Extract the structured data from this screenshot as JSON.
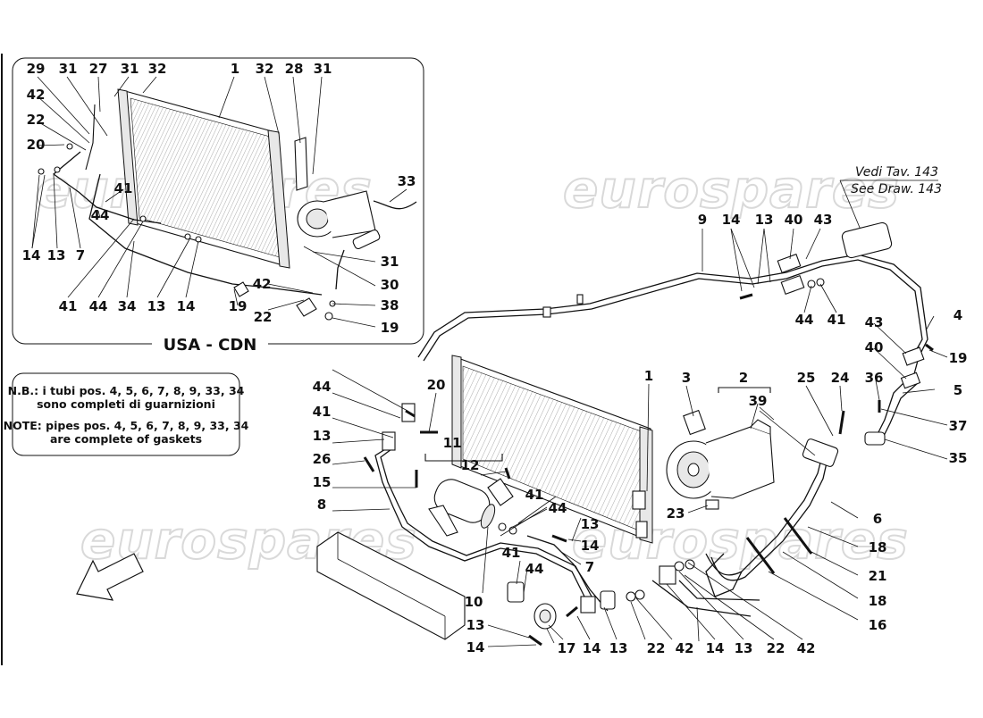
{
  "watermark": {
    "text": "eurospares"
  },
  "inset": {
    "region_label": "USA - CDN",
    "callouts": [
      "29",
      "31",
      "27",
      "31",
      "32",
      "1",
      "32",
      "28",
      "31",
      "42",
      "22",
      "20",
      "33",
      "41",
      "44",
      "31",
      "30",
      "42",
      "38",
      "19",
      "22",
      "19",
      "14",
      "13",
      "7",
      "41",
      "44",
      "34",
      "13",
      "14"
    ]
  },
  "note": {
    "line1": "N.B.: i tubi pos. 4, 5, 6, 7, 8, 9, 33, 34",
    "line2": "sono completi di guarnizioni",
    "line3": "NOTE: pipes pos. 4, 5, 6, 7, 8, 9, 33, 34",
    "line4": "are complete of gaskets"
  },
  "reference": {
    "line1": "Vedi Tav. 143",
    "line2": "See Draw. 143"
  },
  "main": {
    "callouts": [
      "9",
      "14",
      "13",
      "40",
      "43",
      "4",
      "19",
      "44",
      "41",
      "43",
      "40",
      "19",
      "36",
      "5",
      "37",
      "35",
      "24",
      "25",
      "20",
      "1",
      "3",
      "2",
      "39",
      "44",
      "41",
      "13",
      "26",
      "15",
      "11",
      "12",
      "8",
      "41",
      "44",
      "13",
      "14",
      "7",
      "41",
      "44",
      "10",
      "13",
      "14",
      "17",
      "14",
      "13",
      "22",
      "42",
      "14",
      "13",
      "22",
      "42",
      "23",
      "6",
      "18",
      "21",
      "18",
      "16"
    ]
  }
}
